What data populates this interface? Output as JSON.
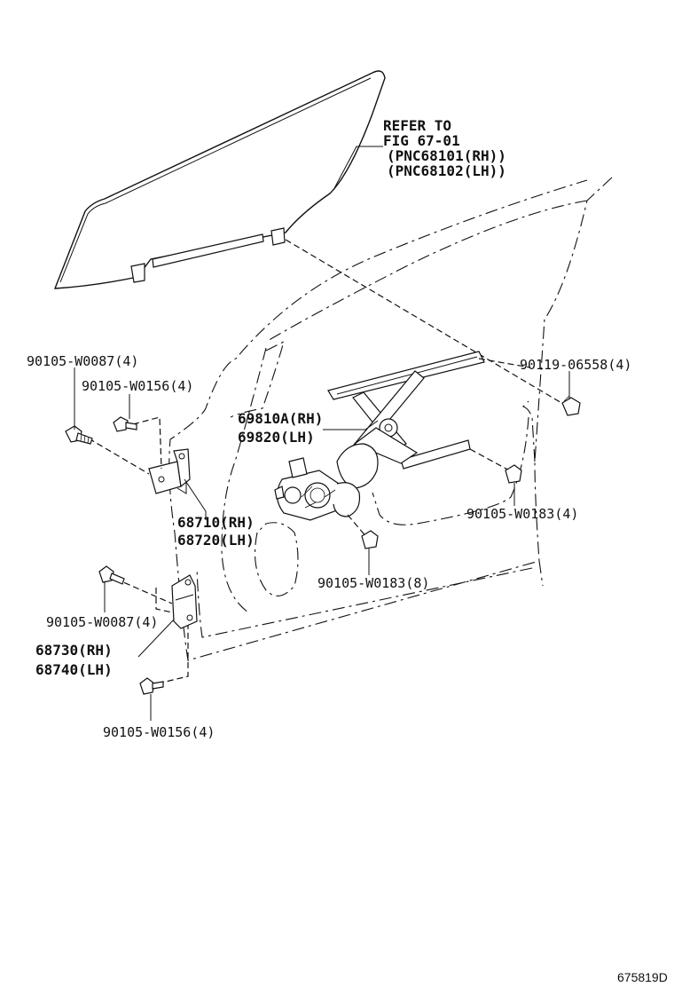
{
  "labels": {
    "refer_line1": "REFER TO",
    "refer_line2": "FIG 67-01",
    "refer_line3": "(PNC68101(RH))",
    "refer_line4": "(PNC68102(LH))",
    "regulator_rh": "69810A(RH)",
    "regulator_lh": "69820(LH)",
    "upper_hinge_rh": "68710(RH)",
    "upper_hinge_lh": "68720(LH)",
    "lower_hinge_rh": "68730(RH)",
    "lower_hinge_lh": "68740(LH)",
    "bolt_upper_hinge_a": "90105-W0087(4)",
    "bolt_upper_hinge_b": "90105-W0156(4)",
    "bolt_glass": "90119-06558(4)",
    "bolt_regulator_right": "90105-W0183(4)",
    "bolt_regulator_bottom": "90105-W0183(8)",
    "bolt_lower_hinge_a": "90105-W0087(4)",
    "bolt_lower_hinge_b": "90105-W0156(4)",
    "figure_number": "675819D"
  }
}
